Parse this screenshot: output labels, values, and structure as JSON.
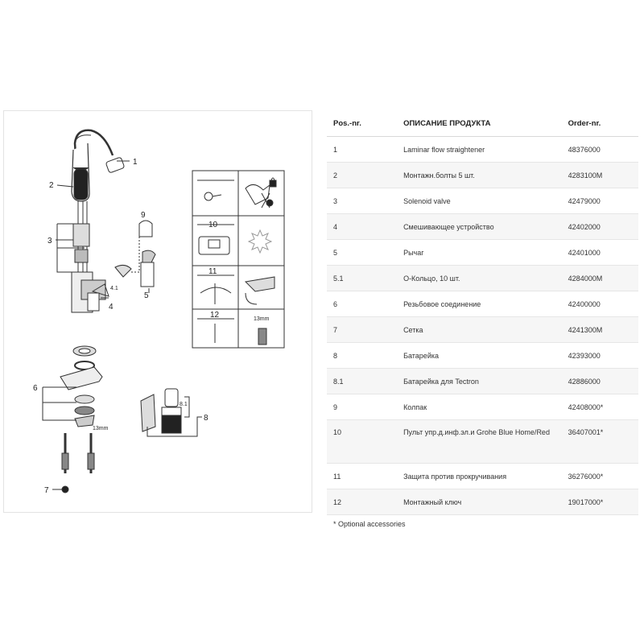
{
  "diagram": {
    "labels": [
      "1",
      "2",
      "3",
      "4",
      "4.1",
      "5",
      "6",
      "7",
      "8",
      "8.1",
      "9",
      "10",
      "11",
      "12",
      "13mm",
      "13mm"
    ]
  },
  "table": {
    "headers": {
      "pos": "Pos.-nr.",
      "desc": "ОПИСАНИЕ ПРОДУКТА",
      "order": "Order-nr."
    },
    "rows": [
      {
        "pos": "1",
        "desc": "Laminar flow straightener",
        "order": "48376000"
      },
      {
        "pos": "2",
        "desc": "Монтажн.болты 5 шт.",
        "order": "4283100M"
      },
      {
        "pos": "3",
        "desc": "Solenoid valve",
        "order": "42479000"
      },
      {
        "pos": "4",
        "desc": "Смешивающее устройство",
        "order": "42402000"
      },
      {
        "pos": "5",
        "desc": "Рычаг",
        "order": "42401000"
      },
      {
        "pos": "5.1",
        "desc": "О-Кольцо, 10 шт.",
        "order": "4284000M"
      },
      {
        "pos": "6",
        "desc": "Резьбовое соединение",
        "order": "42400000"
      },
      {
        "pos": "7",
        "desc": "Сетка",
        "order": "4241300M"
      },
      {
        "pos": "8",
        "desc": "Батарейка",
        "order": "42393000"
      },
      {
        "pos": "8.1",
        "desc": "Батарейка для Tectron",
        "order": "42886000"
      },
      {
        "pos": "9",
        "desc": "Колпак",
        "order": "42408000*"
      },
      {
        "pos": "10",
        "desc": "Пульт упр.д.инф.эл.и Grohe Blue Home/Red",
        "order": "36407001*"
      },
      {
        "pos": "11",
        "desc": "Защита против прокручивания",
        "order": "36276000*"
      },
      {
        "pos": "12",
        "desc": "Монтажный ключ",
        "order": "19017000*"
      }
    ],
    "note": "* Optional accessories"
  }
}
